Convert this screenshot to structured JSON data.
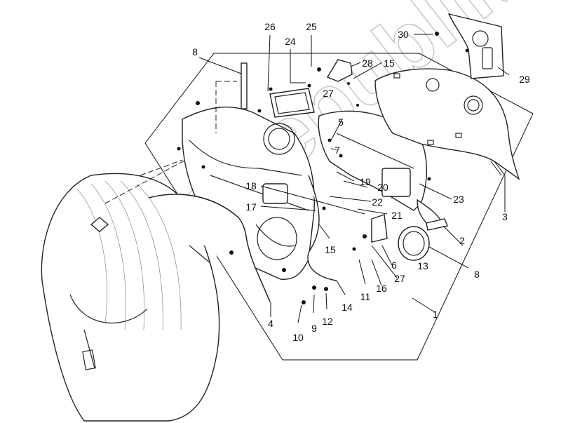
{
  "watermark": {
    "text": "PartsRepublik",
    "logo": "gear-logo"
  },
  "callouts": [
    {
      "id": "c1",
      "label": "1"
    },
    {
      "id": "c2",
      "label": "2"
    },
    {
      "id": "c3",
      "label": "3"
    },
    {
      "id": "c4",
      "label": "4"
    },
    {
      "id": "c5",
      "label": "5"
    },
    {
      "id": "c6",
      "label": "6"
    },
    {
      "id": "c7",
      "label": "7"
    },
    {
      "id": "c8a",
      "label": "8"
    },
    {
      "id": "c8b",
      "label": "8"
    },
    {
      "id": "c9",
      "label": "9"
    },
    {
      "id": "c10",
      "label": "10"
    },
    {
      "id": "c11",
      "label": "11"
    },
    {
      "id": "c12",
      "label": "12"
    },
    {
      "id": "c13",
      "label": "13"
    },
    {
      "id": "c14",
      "label": "14"
    },
    {
      "id": "c15a",
      "label": "15"
    },
    {
      "id": "c15b",
      "label": "15"
    },
    {
      "id": "c16",
      "label": "16"
    },
    {
      "id": "c17",
      "label": "17"
    },
    {
      "id": "c18",
      "label": "18"
    },
    {
      "id": "c19",
      "label": "19"
    },
    {
      "id": "c20",
      "label": "20"
    },
    {
      "id": "c21",
      "label": "21"
    },
    {
      "id": "c22",
      "label": "22"
    },
    {
      "id": "c23",
      "label": "23"
    },
    {
      "id": "c24",
      "label": "24"
    },
    {
      "id": "c25",
      "label": "25"
    },
    {
      "id": "c26",
      "label": "26"
    },
    {
      "id": "c27a",
      "label": "27"
    },
    {
      "id": "c27b",
      "label": "27"
    },
    {
      "id": "c28",
      "label": "28"
    },
    {
      "id": "c29",
      "label": "29"
    },
    {
      "id": "c30",
      "label": "30"
    }
  ]
}
